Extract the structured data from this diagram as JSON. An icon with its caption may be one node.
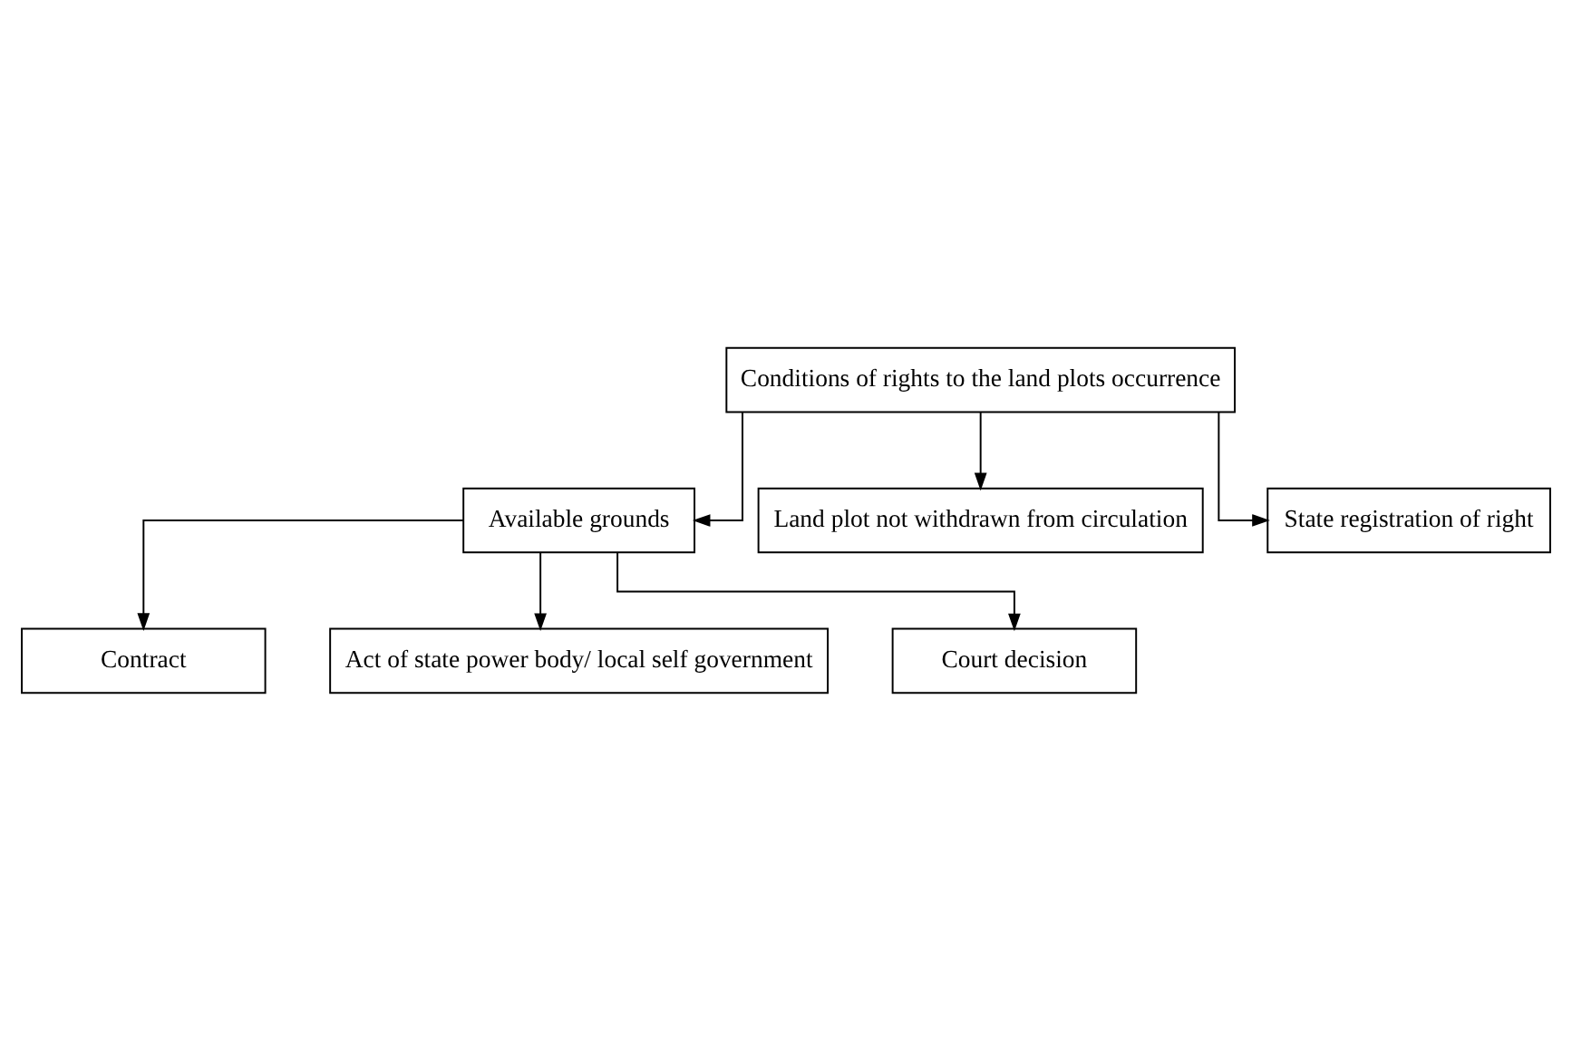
{
  "diagram": {
    "nodes": [
      {
        "text": [
          "Conditions of rights to the land plots occurrence"
        ]
      },
      {
        "text": [
          "Available grounds"
        ]
      },
      {
        "text": [
          "Land plot not withdrawn from circulation"
        ]
      },
      {
        "text": [
          "State registration of right"
        ]
      },
      {
        "text": [
          "Contract"
        ]
      },
      {
        "text": [
          "Act of state power body/ local self government"
        ]
      },
      {
        "text": [
          "Court decision"
        ]
      }
    ],
    "edges": [
      {
        "from": 0,
        "to": 1,
        "arrow": "to"
      },
      {
        "from": 0,
        "to": 2,
        "arrow": "to"
      },
      {
        "from": 0,
        "to": 3,
        "arrow": "to"
      },
      {
        "from": 1,
        "to": 4,
        "arrow": "to"
      },
      {
        "from": 1,
        "to": 5,
        "arrow": "to"
      },
      {
        "from": 1,
        "to": 6,
        "arrow": "to"
      }
    ]
  }
}
